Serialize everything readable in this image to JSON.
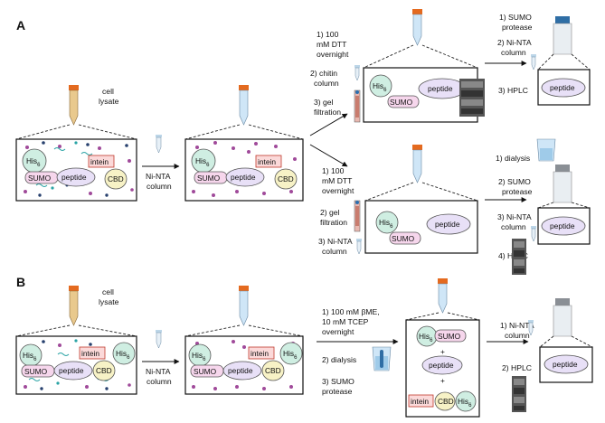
{
  "panels": [
    {
      "letter": "A"
    },
    {
      "letter": "B"
    }
  ],
  "source": {
    "cell_lysate": [
      "cell",
      "lysate"
    ]
  },
  "tags": {
    "his6": "His",
    "his6_sub": "6",
    "sumo": "SUMO",
    "peptide": "peptide",
    "intein": "intein",
    "cbd": "CBD",
    "plus": "+"
  },
  "steps": {
    "ni_nta_column": [
      "Ni-NTA",
      "column"
    ],
    "a_top_cleave": [
      "1) 100",
      "mM DTT",
      "overnight",
      "2) chitin",
      "column",
      "3) gel",
      "filtration"
    ],
    "a_top_final": [
      "1) SUMO",
      "protease",
      "2) Ni-NTA",
      "column",
      "3) HPLC"
    ],
    "a_bottom_cleave": [
      "1) 100",
      "mM DTT",
      "overnight",
      "2) gel",
      "filtration",
      "3) Ni-NTA",
      "column"
    ],
    "a_bottom_final": [
      "1) dialysis",
      "2) SUMO",
      "protease",
      "3) Ni-NTA",
      "column",
      "4) HPLC"
    ],
    "b_cleave": [
      "1) 100 mM βME,",
      "10 mM TCEP",
      "overnight",
      "2) dialysis",
      "3) SUMO",
      "protease"
    ],
    "b_final": [
      "1) Ni-NTA",
      "column",
      "2) HPLC"
    ]
  },
  "colors": {
    "his6_fill": "#cfeee2",
    "sumo_fill": "#f6d6ec",
    "peptide_fill": "#e8e0f7",
    "intein_fill": "#fbd9d9",
    "cbd_fill": "#f7f2c6",
    "tube_orange": "#e46a1f",
    "tube_blue": "#cfe6f7",
    "lysate_tan": "#e9c98d",
    "dot_purple": "#a04a9a",
    "dot_navy": "#27406e",
    "dot_teal": "#2aa3a5"
  }
}
